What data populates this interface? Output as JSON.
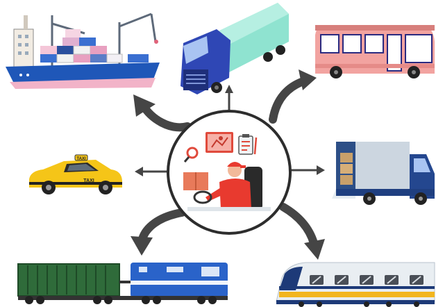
{
  "hub": {
    "label": "driver-with-logistics-dashboard"
  },
  "vehicles": [
    {
      "name": "cargo-ship",
      "icon": "container-ship-icon"
    },
    {
      "name": "semi-truck",
      "icon": "semi-truck-icon"
    },
    {
      "name": "city-bus",
      "icon": "bus-icon"
    },
    {
      "name": "taxi",
      "icon": "taxi-icon",
      "sign_text": "TAXI",
      "door_text": "TAXI"
    },
    {
      "name": "delivery-van",
      "icon": "delivery-van-icon"
    },
    {
      "name": "freight-train",
      "icon": "freight-train-icon"
    },
    {
      "name": "passenger-train",
      "icon": "passenger-train-icon"
    }
  ],
  "colors": {
    "arrow": "#454545",
    "hub_ring": "#2d2d2d",
    "ship_hull": "#1f57b8",
    "truck_cab": "#2f47b5",
    "truck_trailer": "#8fe3d0",
    "bus_body": "#f2a3a0",
    "taxi": "#f5c518",
    "van_box": "#ccd6e0",
    "van_cab": "#24478f",
    "freight_car": "#2f6b3a",
    "locomotive": "#2a63c9",
    "passenger_train": "#e9eef2",
    "driver_shirt": "#e83a2f"
  }
}
